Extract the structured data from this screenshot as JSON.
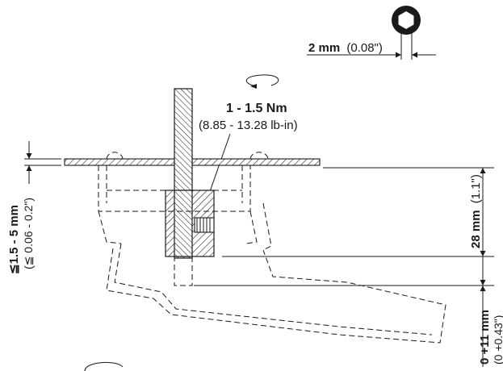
{
  "hex_key": {
    "size_bold": "2 mm",
    "size_imperial": "(0.08\")"
  },
  "torque": {
    "value": "1 - 1.5 Nm",
    "imperial": "(8.85 - 13.28 lb-in)"
  },
  "left_dimension": {
    "value": "≦1.5 - 5 mm",
    "imperial": "(≦ 0.06 - 0.2\")"
  },
  "right_dimension_upper": {
    "value": "28 mm",
    "imperial": "(1.1\")"
  },
  "right_dimension_lower": {
    "value": "0 +11 mm",
    "imperial": "(0 +0.43\")"
  },
  "icons": [
    "hex-socket-icon",
    "rotation-arrow-icon"
  ]
}
